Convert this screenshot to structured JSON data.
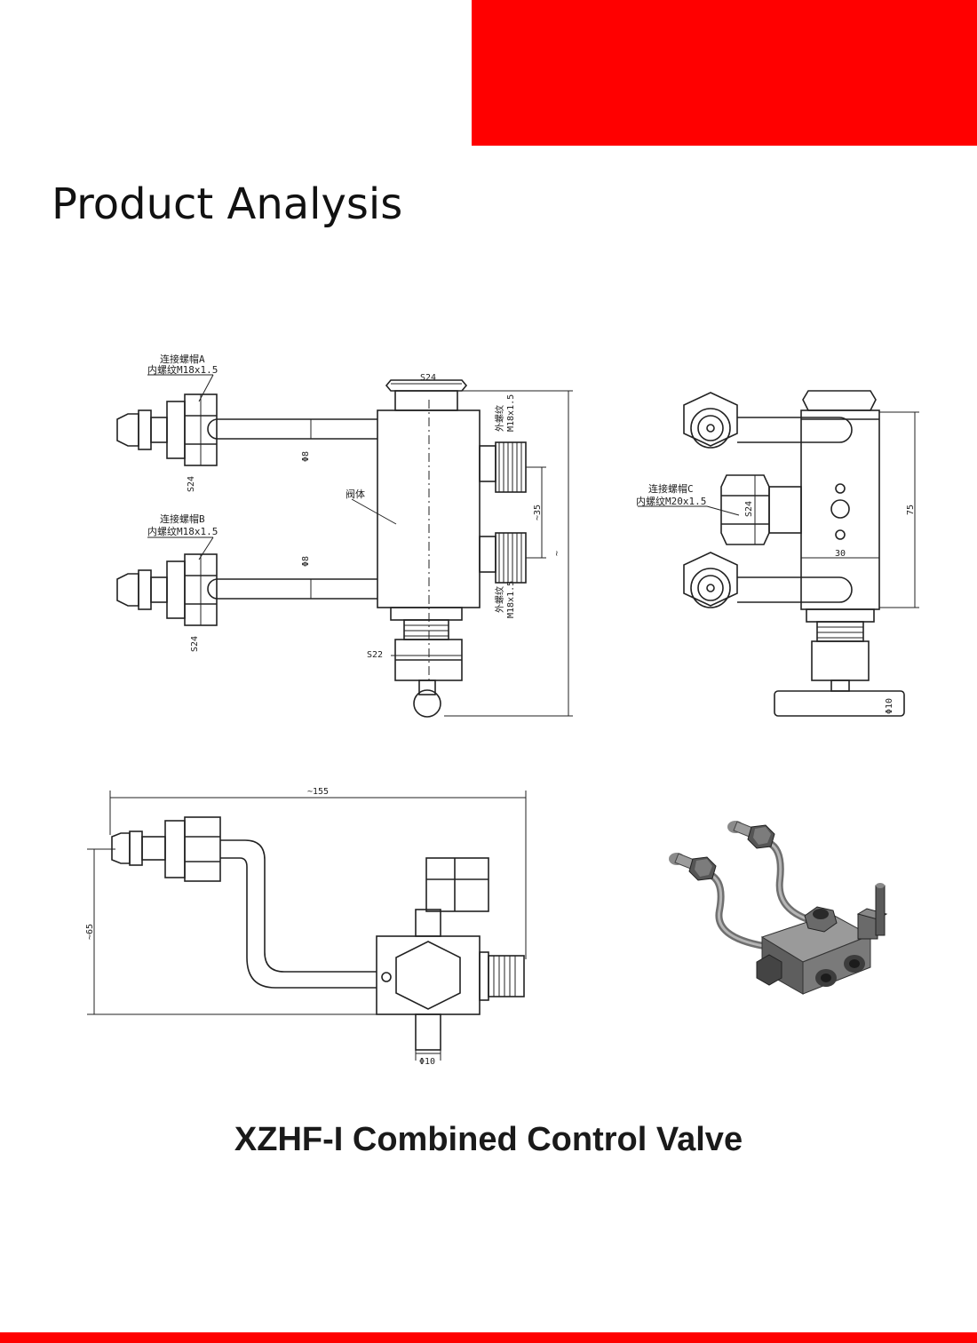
{
  "header": {
    "title": "Product Analysis"
  },
  "product": {
    "name": "XZHF-I Combined Control Valve"
  },
  "colors": {
    "accent": "#ff0000",
    "line": "#222222"
  },
  "drawings": {
    "front": {
      "nut_a_label": "连接螺帽A",
      "nut_a_thread": "内螺纹M18x1.5",
      "nut_b_label": "连接螺帽B",
      "nut_b_thread": "内螺纹M18x1.5",
      "s24_top": "S24",
      "s24_a": "S24",
      "s24_b": "S24",
      "s22": "S22",
      "phi8_a": "Φ8",
      "phi8_b": "Φ8",
      "body_label": "阀体",
      "ext_thread_top_1": "外螺纹",
      "ext_thread_top_2": "M18x1.5",
      "ext_thread_bot_1": "外螺纹",
      "ext_thread_bot_2": "M18x1.5",
      "dim_35": "~35",
      "dim_tilde": "~"
    },
    "side": {
      "nut_c_label": "连接螺帽C",
      "nut_c_thread": "内螺纹M20x1.5",
      "s24": "S24",
      "dim_30": "30",
      "dim_75": "75",
      "phi10": "Φ10"
    },
    "top": {
      "dim_155": "~155",
      "dim_65": "~65",
      "phi10": "Φ10"
    }
  }
}
